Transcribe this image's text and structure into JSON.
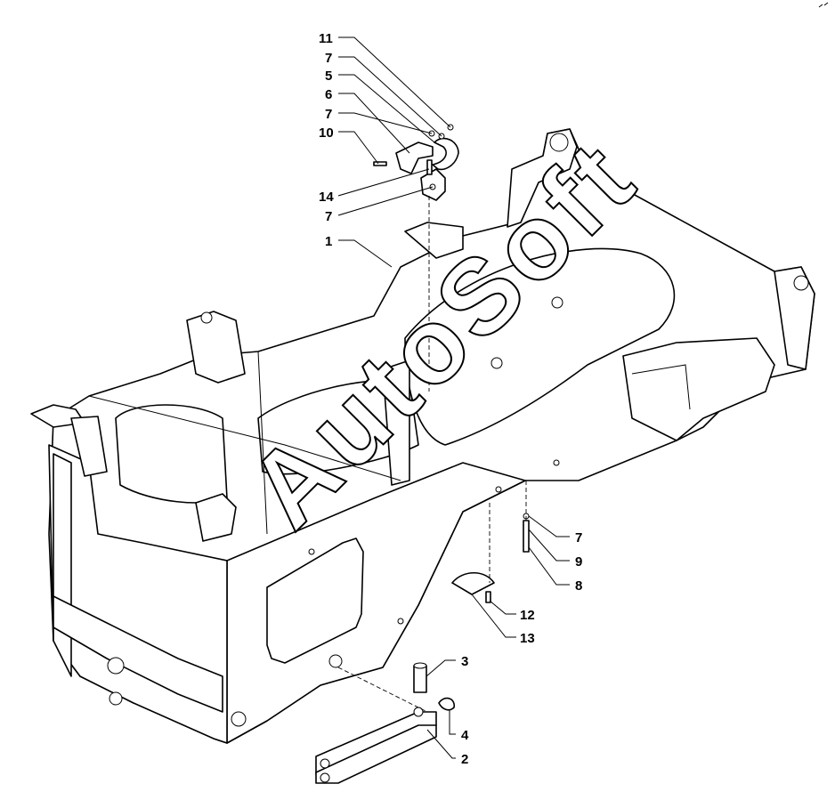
{
  "watermark": {
    "text": "AutoSoft"
  },
  "callouts": [
    {
      "label": "11"
    },
    {
      "label": "7"
    },
    {
      "label": "5"
    },
    {
      "label": "6"
    },
    {
      "label": "7"
    },
    {
      "label": "10"
    },
    {
      "label": "14"
    },
    {
      "label": "7"
    },
    {
      "label": "1"
    },
    {
      "label": "7"
    },
    {
      "label": "9"
    },
    {
      "label": "8"
    },
    {
      "label": "12"
    },
    {
      "label": "13"
    },
    {
      "label": "3"
    },
    {
      "label": "4"
    },
    {
      "label": "2"
    }
  ],
  "colors": {
    "line": "#000000",
    "background": "#ffffff"
  }
}
